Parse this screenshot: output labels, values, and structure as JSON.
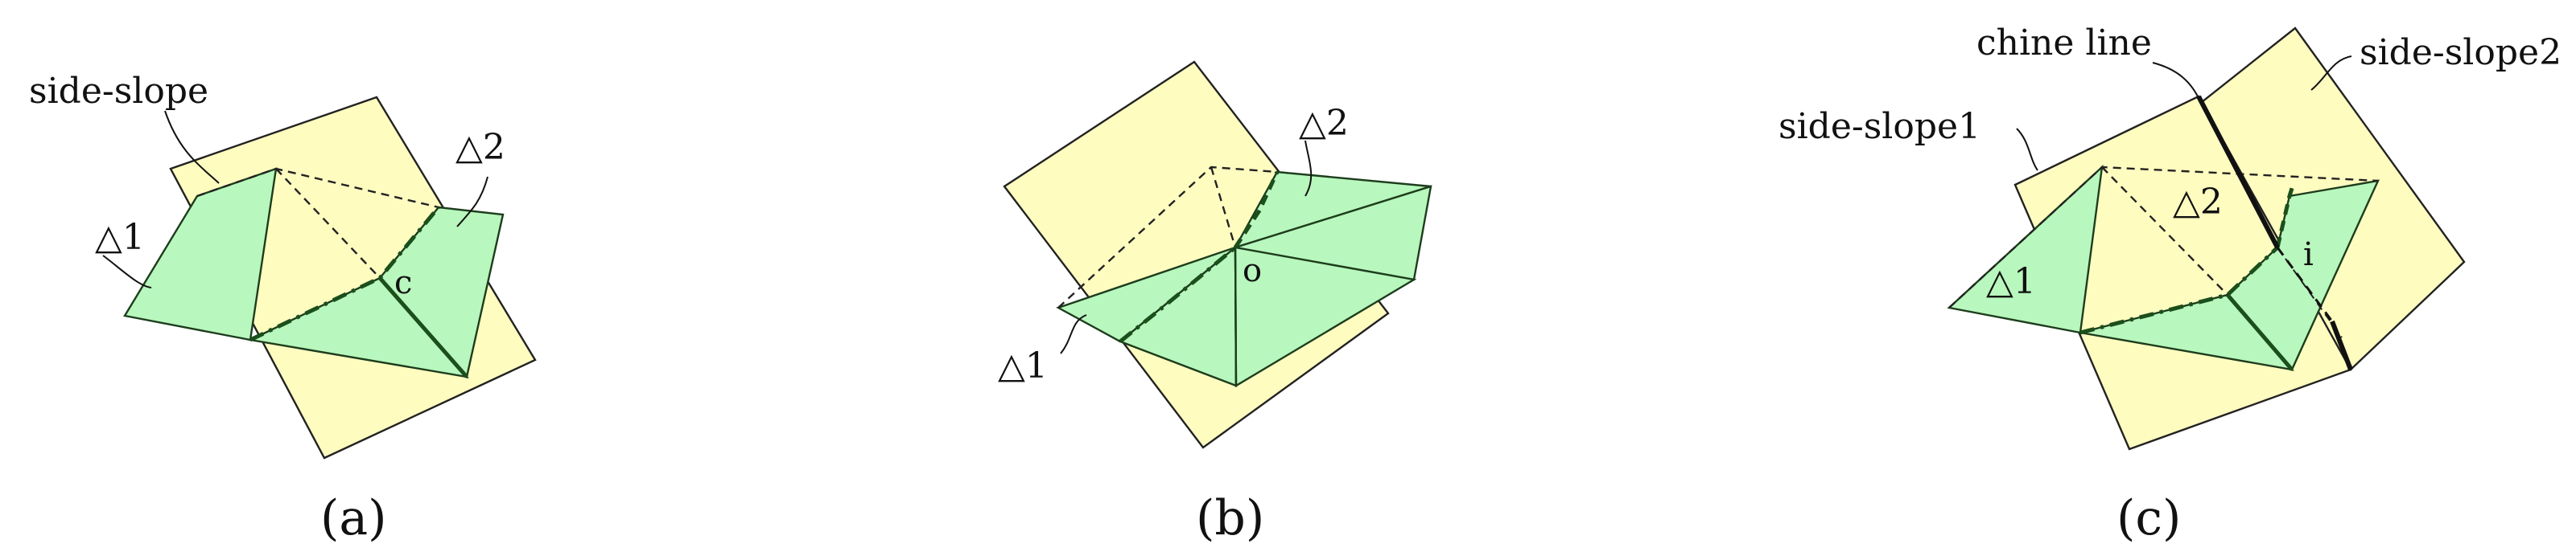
{
  "panel_a": {
    "caption": "(a)",
    "label_side_slope": "side-slope",
    "label_triangle_1": "△1",
    "label_triangle_2": "△2",
    "label_point": "c"
  },
  "panel_b": {
    "caption": "(b)",
    "label_triangle_1": "△1",
    "label_triangle_2": "△2",
    "label_point": "o"
  },
  "panel_c": {
    "caption": "(c)",
    "label_chine_line": "chine line",
    "label_side_slope_1": "side-slope1",
    "label_side_slope_2": "side-slope2",
    "label_triangle_1": "△1",
    "label_triangle_2": "△2",
    "label_point": "i"
  },
  "colors": {
    "slope_fill": "#fffcc0",
    "triangle_fill": "#b8f7bd",
    "ridge_line": "#1b4f1b"
  }
}
